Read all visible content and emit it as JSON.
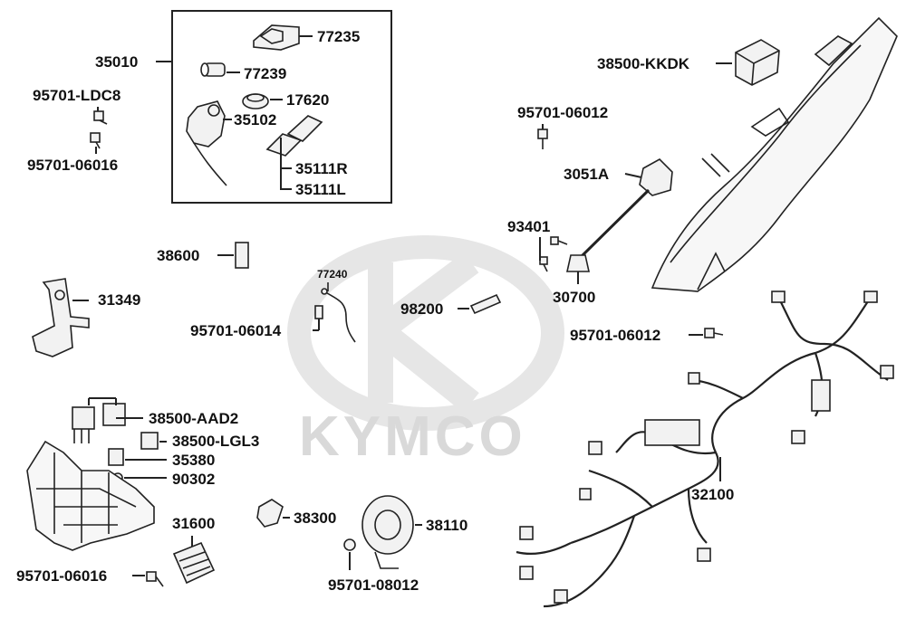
{
  "brand": {
    "watermark_text": "KYMCO",
    "watermark_color": "#d9d9d9"
  },
  "colors": {
    "ink": "#111111",
    "leader": "#222222",
    "part_fill": "#f2f2f2"
  },
  "parts": {
    "p35010": "35010",
    "p77235": "77235",
    "p77239": "77239",
    "p17620": "17620",
    "p35102": "35102",
    "p35111R": "35111R",
    "p35111L": "35111L",
    "p95701_LDC8": "95701-LDC8",
    "p95701_06016_a": "95701-06016",
    "p38600": "38600",
    "p31349": "31349",
    "p77240": "77240",
    "p95701_06014": "95701-06014",
    "p98200": "98200",
    "p38500_KKDK": "38500-KKDK",
    "p95701_06012_a": "95701-06012",
    "p3051A": "3051A",
    "p93401": "93401",
    "p30700": "30700",
    "p95701_06012_b": "95701-06012",
    "p38500_AAD2": "38500-AAD2",
    "p38500_LGL3": "38500-LGL3",
    "p35380": "35380",
    "p90302": "90302",
    "p38300": "38300",
    "p38110": "38110",
    "p31600": "31600",
    "p95701_06016_b": "95701-06016",
    "p95701_08012": "95701-08012",
    "p32100": "32100"
  }
}
